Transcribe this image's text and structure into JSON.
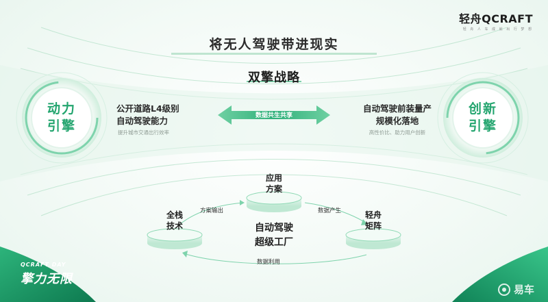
{
  "logo": {
    "main": "轻舟QCRAFT",
    "sub": "轻 舟 人 车 成 就 出 行 梦 想"
  },
  "headline": "将无人驾驶带进现实",
  "strategy_title": "双擎战略",
  "left_engine": {
    "line1": "动力",
    "line2": "引擎",
    "title1": "公开道路L4级别",
    "title2": "自动驾驶能力",
    "subtitle": "提升城市交通出行效率"
  },
  "right_engine": {
    "line1": "创新",
    "line2": "引擎",
    "title1": "自动驾驶前装量产",
    "title2": "规模化落地",
    "subtitle": "高性价比、助力用户创新"
  },
  "arrow_label": "数据共生共享",
  "platforms": {
    "top": {
      "line1": "应用",
      "line2": "方案"
    },
    "left": {
      "line1": "全栈",
      "line2": "技术"
    },
    "right": {
      "line1": "轻舟",
      "line2": "矩阵"
    }
  },
  "center": {
    "line1": "自动驾驶",
    "line2": "超级工厂"
  },
  "flow": {
    "output": "方案输出",
    "produce": "数据产生",
    "use": "数据利用"
  },
  "event": {
    "top": "QCRAFT DAY",
    "main": "擎力无限"
  },
  "watermark": {
    "text": "易车"
  },
  "colors": {
    "accent": "#24a56f",
    "accent_light": "#7ed3ac",
    "dark_text": "#1f1f1f"
  }
}
